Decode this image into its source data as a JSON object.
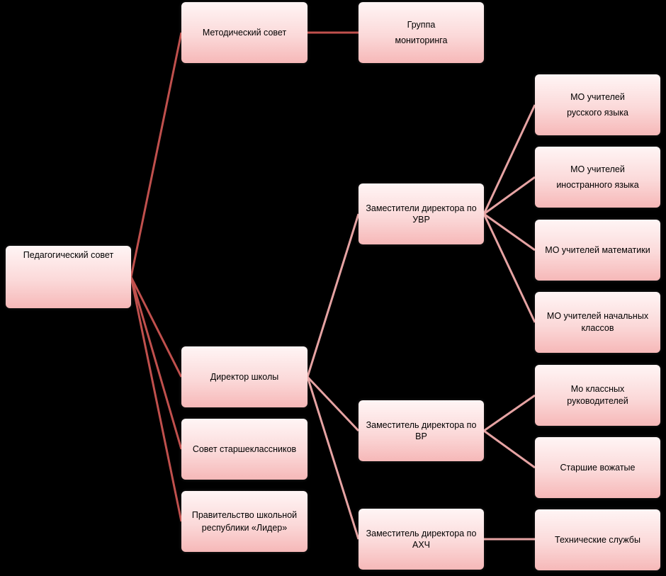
{
  "nodes": {
    "ped": "Педагогический совет",
    "met": "Методический совет",
    "mon": "Группа\nмониторинга",
    "dir": "Директор школы",
    "sov": "Совет старшеклассников",
    "prav": "Правительство школьной\nреспублики «Лидер»",
    "uvr": "Заместители директора по\nУВР",
    "vr": "Заместитель директора по\nВР",
    "ahch": "Заместитель директора по\nАХЧ",
    "rus": "МО учителей\nрусского языка",
    "ino": "МО учителей\nиностранного языка",
    "mat": "МО учителей математики",
    "nach": "МО учителей начальных\nклассов",
    "kl": "Мо классных\nруководителей",
    "vozh": "Старшие вожатые",
    "teh": "Технические службы"
  },
  "colors": {
    "connector_primary": "#c0504d",
    "connector_secondary": "#e6a3a3"
  }
}
